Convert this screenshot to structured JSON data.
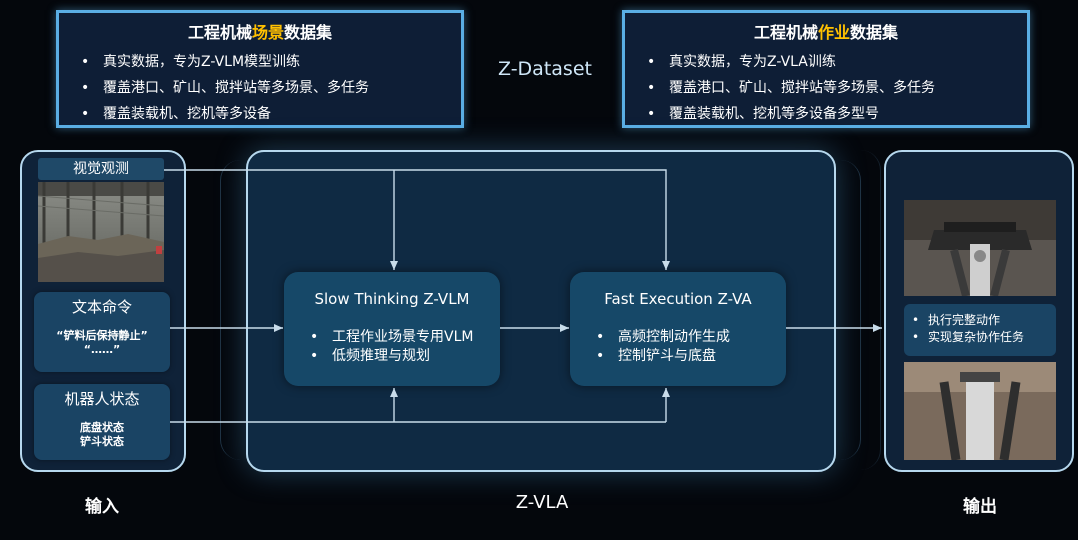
{
  "datasets": {
    "scene": {
      "title_prefix": "工程机械",
      "title_highlight": "场景",
      "title_suffix": "数据集",
      "items": [
        "真实数据，专为Z-VLM模型训练",
        "覆盖港口、矿山、搅拌站等多场景、多任务",
        "覆盖装载机、挖机等多设备"
      ]
    },
    "operation": {
      "title_prefix": "工程机械",
      "title_highlight": "作业",
      "title_suffix": "数据集",
      "items": [
        "真实数据，专为Z-VLA训练",
        "覆盖港口、矿山、搅拌站等多场景、多任务",
        "覆盖装载机、挖机等多设备多型号"
      ]
    },
    "label": "Z-Dataset"
  },
  "input": {
    "visual": {
      "title": "视觉观测"
    },
    "text_command": {
      "title": "文本命令",
      "line1": "“铲料后保持静止”",
      "line2": "“……”"
    },
    "robot_state": {
      "title": "机器人状态",
      "line1": "底盘状态",
      "line2": "铲斗状态"
    },
    "label": "输入"
  },
  "vla": {
    "slow": {
      "title": "Slow Thinking Z-VLM",
      "items": [
        "工程作业场景专用VLM",
        "低频推理与规划"
      ]
    },
    "fast": {
      "title": "Fast Execution Z-VA",
      "items": [
        "高频控制动作生成",
        "控制铲斗与底盘"
      ]
    },
    "label": "Z-VLA"
  },
  "output": {
    "items": [
      "执行完整动作",
      "实现复杂协作任务"
    ],
    "label": "输出"
  },
  "colors": {
    "highlight": "#ffc000",
    "border": "#5aaee4",
    "arrow": "#c8dcea"
  }
}
